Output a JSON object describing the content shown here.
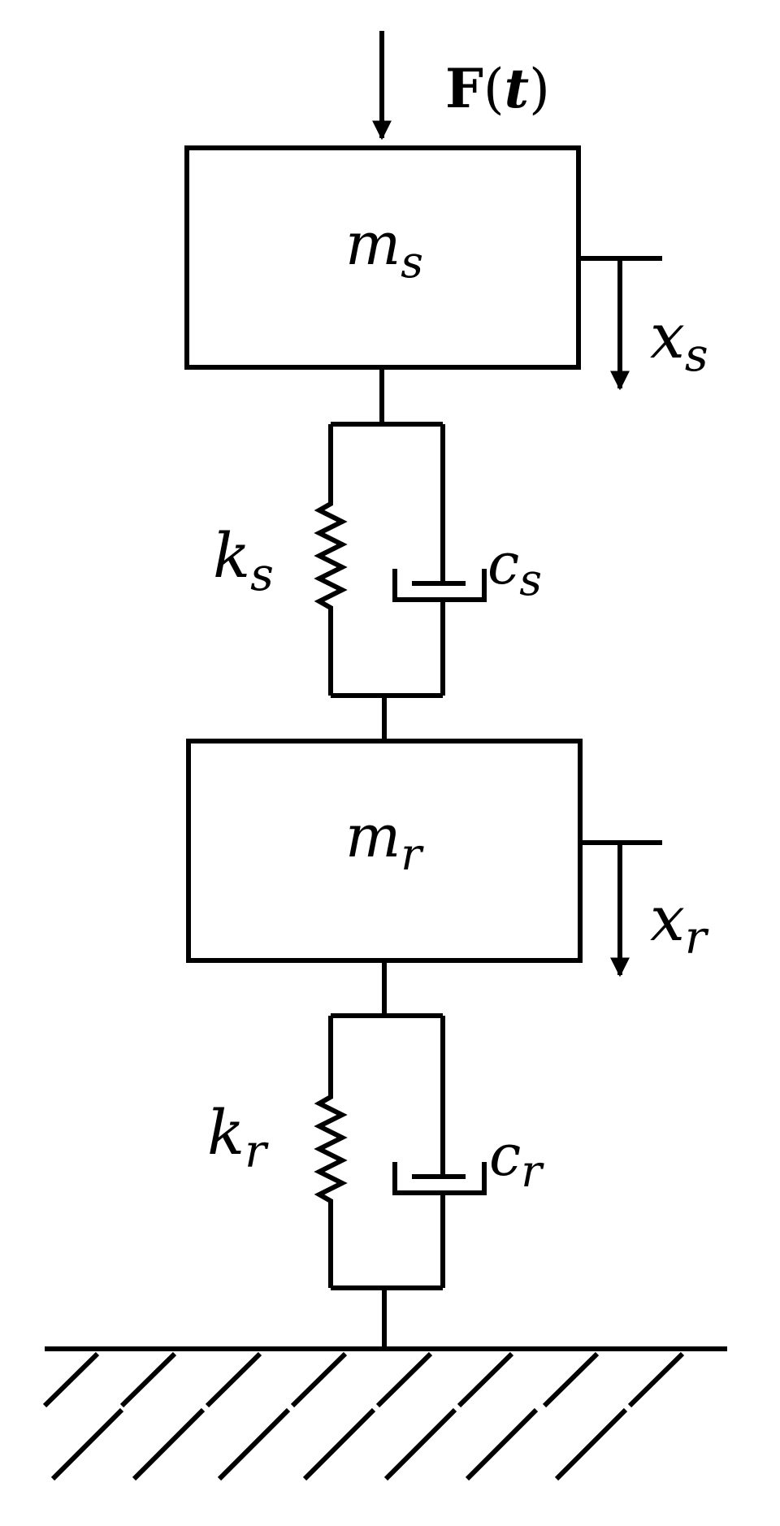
{
  "force": {
    "bold": "F",
    "open": "(",
    "var": "t",
    "close": ")"
  },
  "sprung_mass": {
    "base": "m",
    "sub": "s"
  },
  "sprung_displacement": {
    "base": "x",
    "sub": "s"
  },
  "suspension_spring": {
    "base": "k",
    "sub": "s"
  },
  "suspension_damper": {
    "base": "c",
    "sub": "s"
  },
  "unsprung_mass": {
    "base": "m",
    "sub": "r"
  },
  "unsprung_displacement": {
    "base": "x",
    "sub": "r"
  },
  "road_spring": {
    "base": "k",
    "sub": "r"
  },
  "road_damper": {
    "base": "c",
    "sub": "r"
  },
  "colors": {
    "line": "#000000",
    "background": "#ffffff"
  }
}
